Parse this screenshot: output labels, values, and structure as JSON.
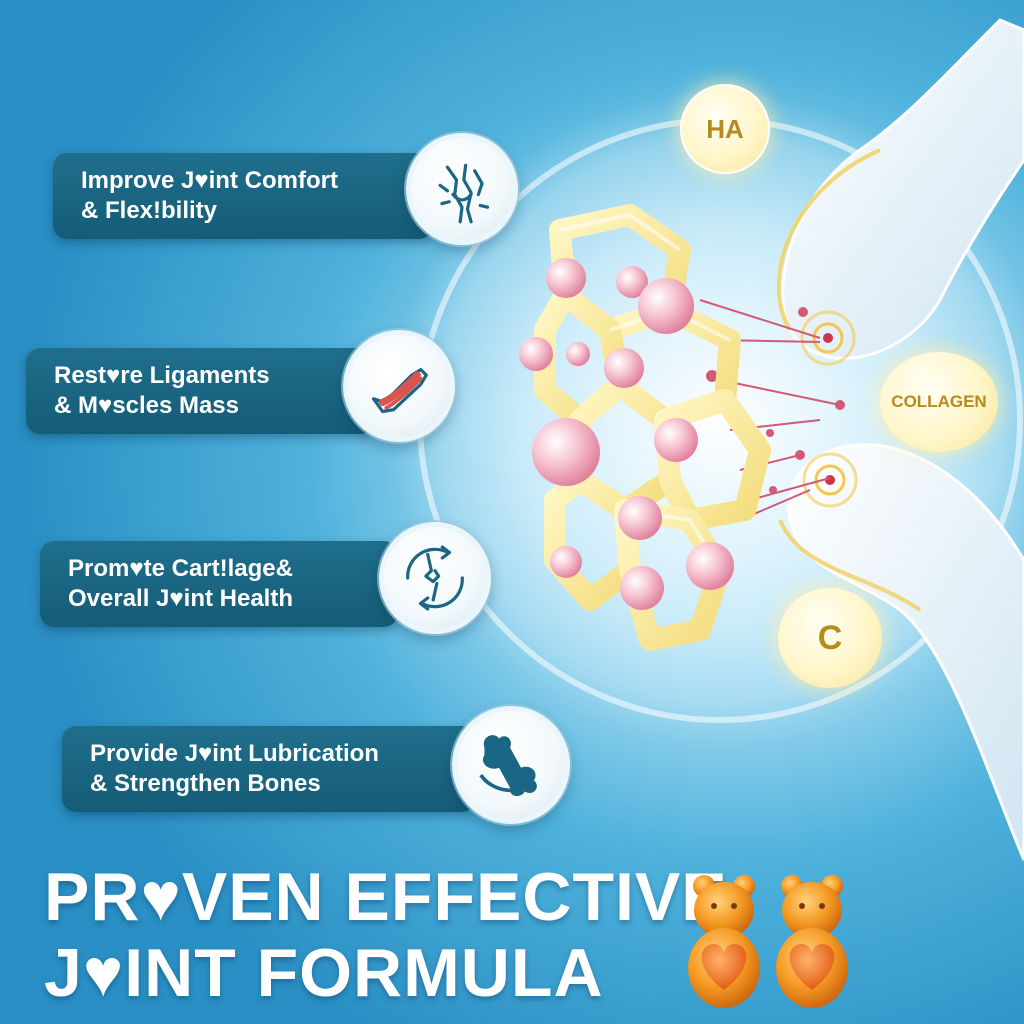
{
  "benefits": [
    {
      "line1": "Improve J♥int Comfort",
      "line2": "& Flex!bility",
      "icon": "hand-joint-icon"
    },
    {
      "line1": "Rest♥re Ligaments",
      "line2": "& M♥scles Mass",
      "icon": "muscle-icon"
    },
    {
      "line1": "Prom♥te Cart!lage&",
      "line2": "Overall J♥int Health",
      "icon": "knee-joint-cycle-icon"
    },
    {
      "line1": "Provide J♥int Lubrication",
      "line2": "& Strengthen Bones",
      "icon": "bone-icon"
    }
  ],
  "nutrients": {
    "ha": "HA",
    "collagen": "COLLAGEN",
    "c": "C"
  },
  "headline": {
    "line1": "PR♥VEN EFFECTIVE",
    "line2": "J♥INT FORMULA"
  },
  "colors": {
    "pill": "#1a6684",
    "accent": "#e8f7ff",
    "gummy": "#f08a1e",
    "bubble": "#fff6c9",
    "text_gold": "#b68a1e"
  }
}
